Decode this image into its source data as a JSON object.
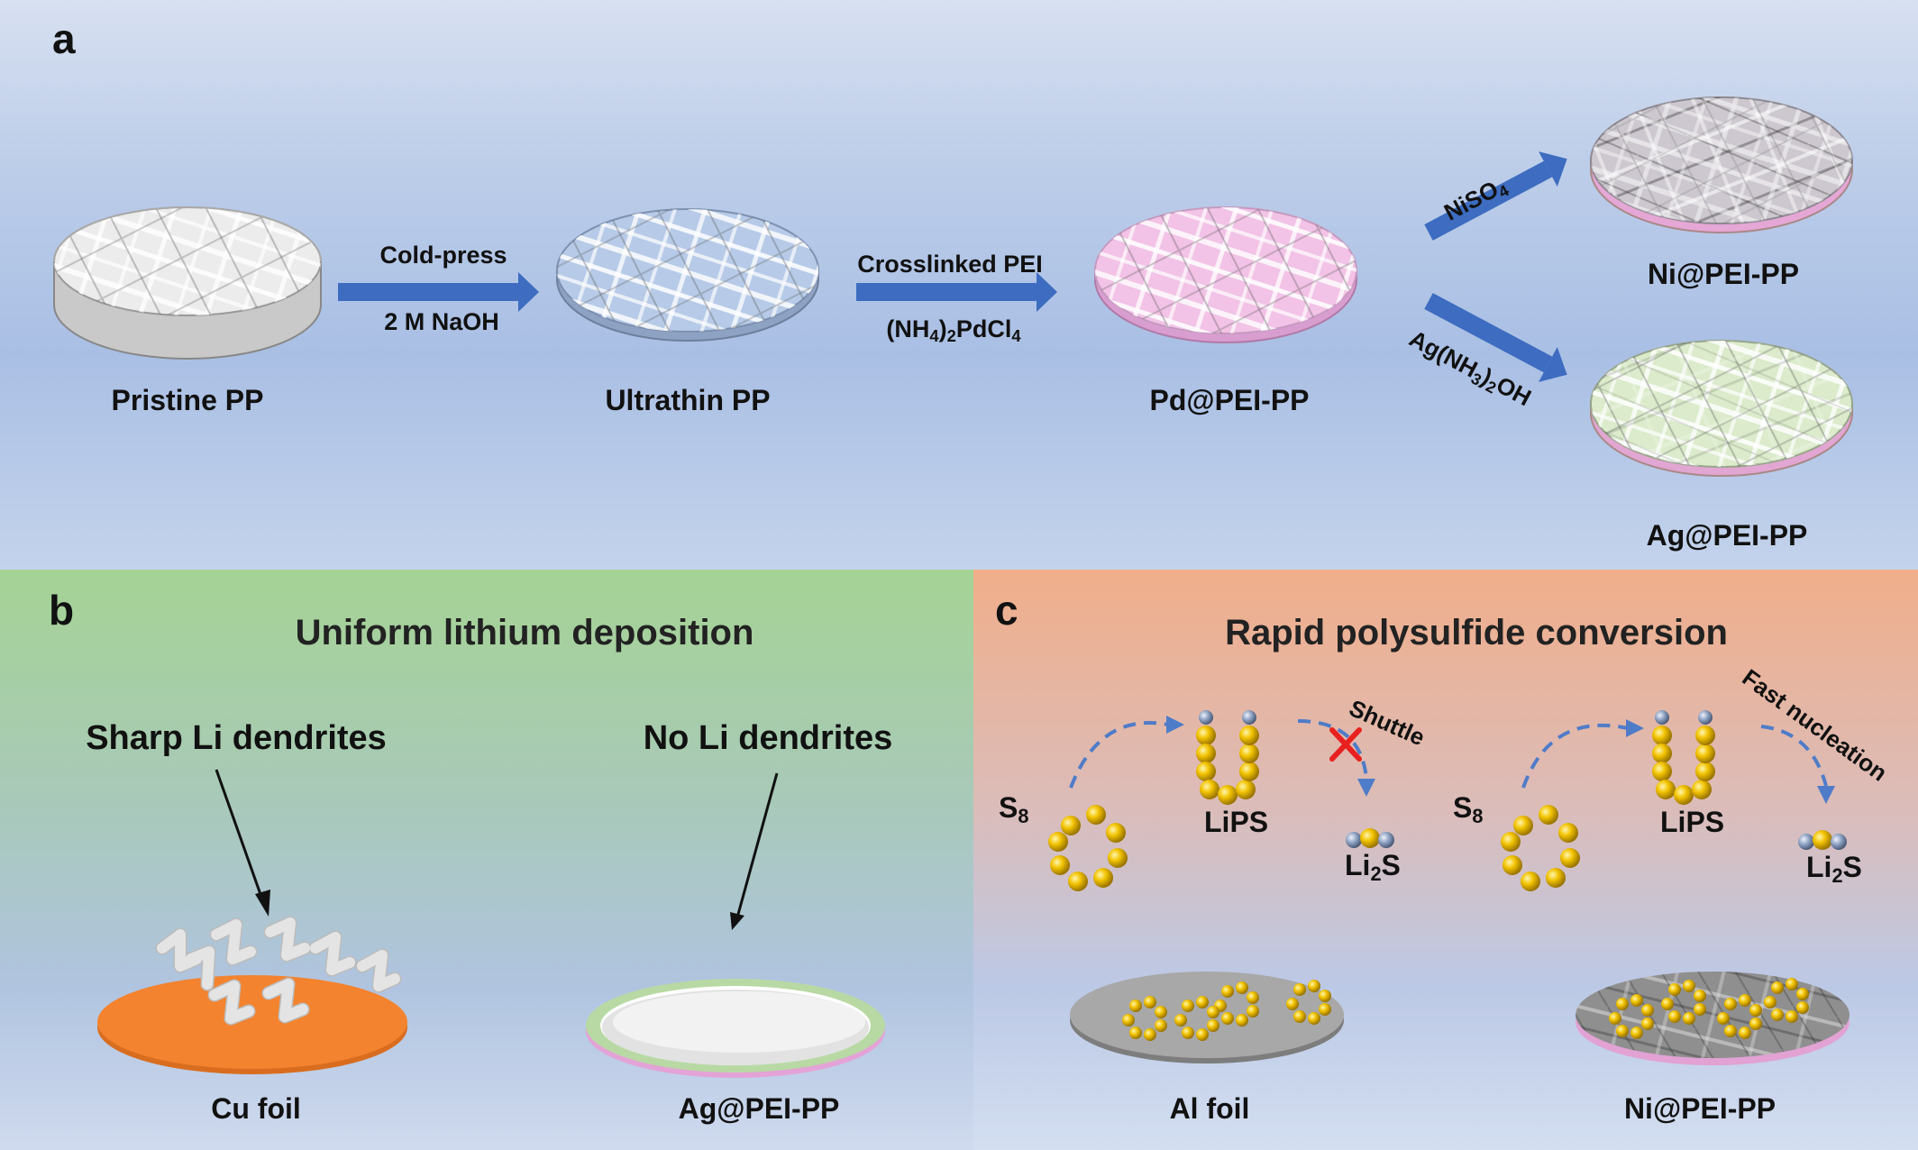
{
  "panel_a": {
    "label": "a",
    "pristine_pp": "Pristine PP",
    "ultrathin_pp": "Ultrathin PP",
    "pd_pei_pp": "Pd@PEI-PP",
    "ni_pei_pp": "Ni@PEI-PP",
    "ag_pei_pp": "Ag@PEI-PP",
    "step1_top": "Cold-press",
    "step1_bottom": "2 M NaOH",
    "step2_top": "Crosslinked PEI",
    "step2_bottom": {
      "open": "(NH",
      "sub1": "4",
      "mid": ")",
      "sub2": "2",
      "rest": "PdCl",
      "sub3": "4"
    },
    "branch_ni": {
      "text": "NiSO",
      "sub": "4"
    },
    "branch_ag": {
      "a": "Ag(NH",
      "s1": "3",
      "b": ")",
      "s2": "2",
      "c": "OH"
    },
    "colors": {
      "pristine": "#eeeeee",
      "ultrathin": "#b7cbe8",
      "pd": "#f2c3e6",
      "ni": "#cdc8cf",
      "ag": "#dbebcb",
      "arrow": "#3d6cc0"
    }
  },
  "panel_b": {
    "label": "b",
    "title": "Uniform lithium deposition",
    "left_heading": "Sharp Li dendrites",
    "right_heading": "No Li dendrites",
    "cu_foil": "Cu foil",
    "ag_pei_pp": "Ag@PEI-PP",
    "colors": {
      "cu": "#f3832f",
      "dendrite": "#e6e6e6"
    }
  },
  "panel_c": {
    "label": "c",
    "title": "Rapid polysulfide conversion",
    "s8": {
      "text": "S",
      "sub": "8"
    },
    "lips": "LiPS",
    "li2s": {
      "a": "Li",
      "sub": "2",
      "b": "S"
    },
    "shuttle": "Shuttle",
    "fast_nucleation": "Fast nucleation",
    "al_foil": "Al foil",
    "ni_pei_pp": "Ni@PEI-PP",
    "colors": {
      "sulfur": "#f2c300",
      "lithium": "#8fa3c4",
      "cross": "#e8201f",
      "al": "#a8a8a8",
      "ni": "#8f8f8f"
    }
  }
}
